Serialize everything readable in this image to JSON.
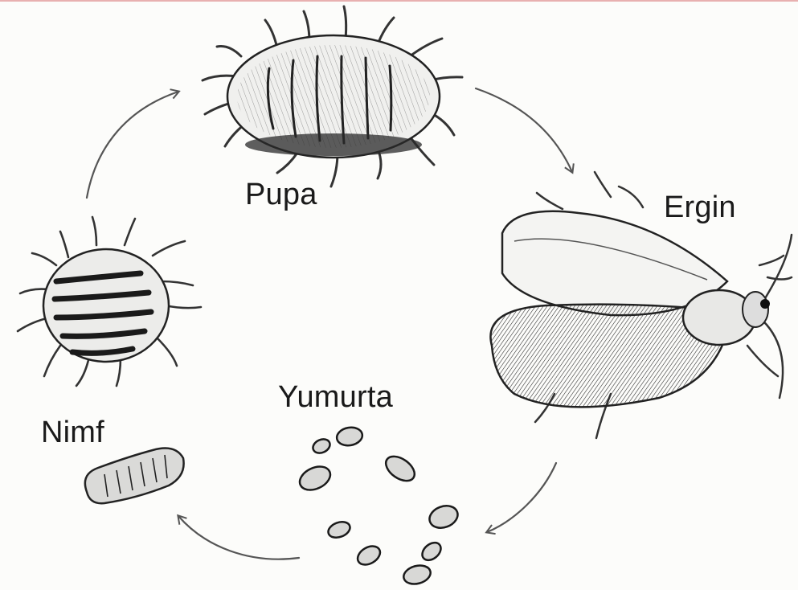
{
  "labels": {
    "pupa": "Pupa",
    "ergin": "Ergin",
    "yumurta": "Yumurta",
    "nimf": "Nimf"
  },
  "stages": [
    "Yumurta",
    "Nimf",
    "Pupa",
    "Ergin"
  ],
  "colors": {
    "ink": "#1a1a1a",
    "background": "#fcfcfa",
    "arrow": "#555555"
  }
}
